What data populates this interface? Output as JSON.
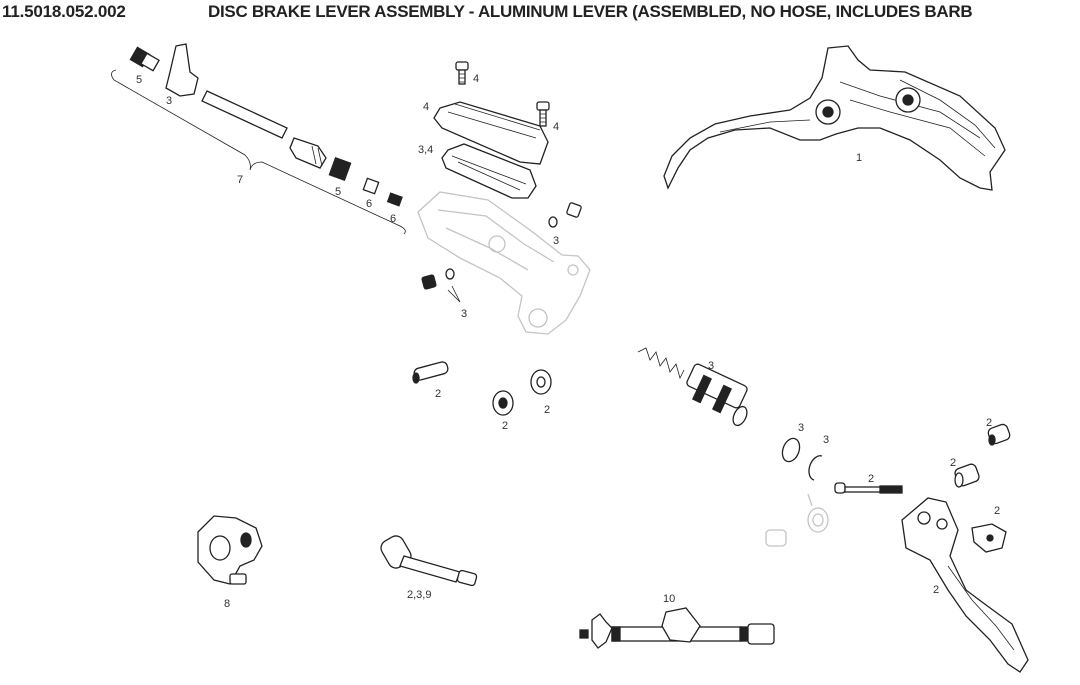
{
  "header": {
    "part_number": "11.5018.052.002",
    "title": "DISC BRAKE LEVER ASSEMBLY - ALUMINUM LEVER (ASSEMBLED, NO HOSE, INCLUDES BARB"
  },
  "callouts": {
    "lever_1": "1",
    "barb_5_top": "5",
    "elbow_3": "3",
    "hose_group_7": "7",
    "olive_5": "5",
    "insert_6a": "6",
    "insert_6b": "6",
    "bolt_4a": "4",
    "cap_4": "4",
    "bolt_4b": "4",
    "diaphragm_34": "3,4",
    "bleed_3a": "3",
    "bleed_3b": "3",
    "piston_3": "3",
    "pin_2": "2",
    "bushing_2a": "2",
    "bushing_2b": "2",
    "washer_3": "3",
    "clip_3": "3",
    "bushing_2c": "2",
    "bushing_2d": "2",
    "pivot_2": "2",
    "cam_2": "2",
    "blade_2": "2",
    "clamp_8": "8",
    "tool_239": "2,3,9",
    "rod_10": "10"
  }
}
